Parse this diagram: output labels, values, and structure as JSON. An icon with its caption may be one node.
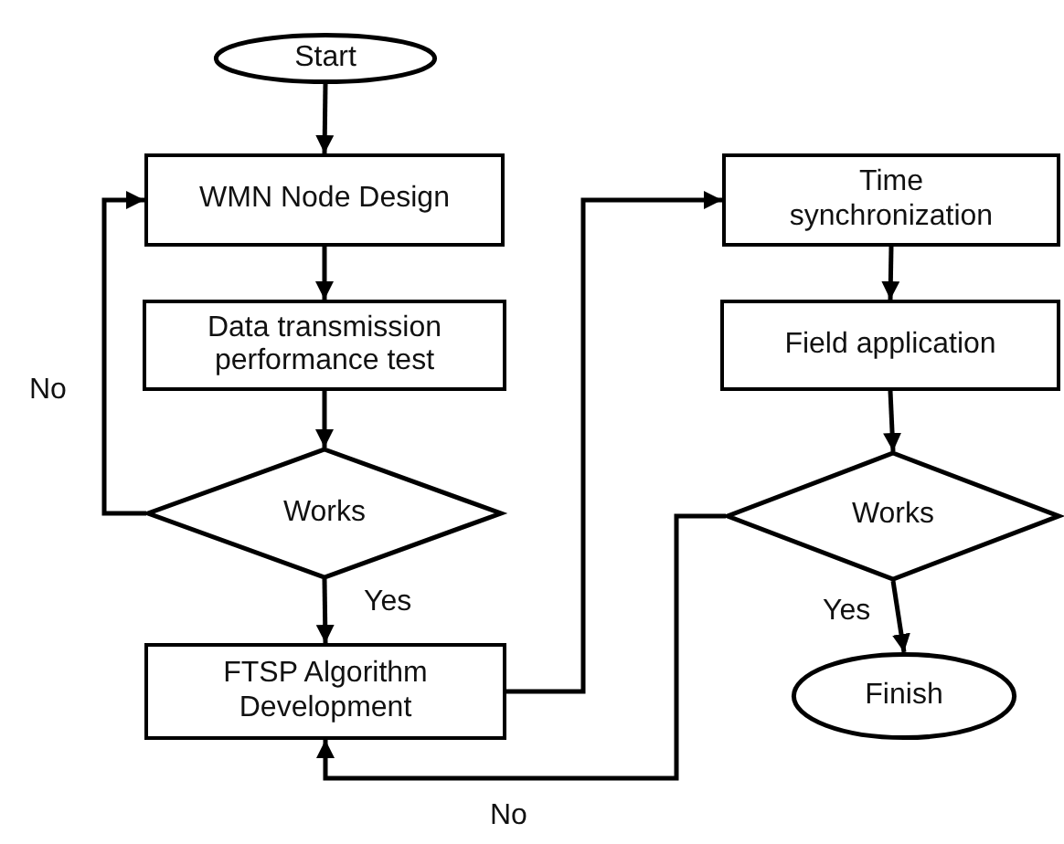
{
  "diagram": {
    "nodes": [
      {
        "text": [
          "Start"
        ]
      },
      {
        "text": [
          "WMN Node Design"
        ]
      },
      {
        "text": [
          "Data transmission performance test"
        ]
      },
      {
        "text": [
          "Works"
        ]
      },
      {
        "text": [
          "FTSP Algorithm Development"
        ]
      },
      {
        "text": [
          "Time synchronization"
        ]
      },
      {
        "text": [
          "Field application"
        ]
      },
      {
        "text": [
          "Works"
        ]
      },
      {
        "text": [
          "Finish"
        ]
      }
    ],
    "edges": [
      {
        "from": 0,
        "to": 1,
        "arrow": "to"
      },
      {
        "from": 1,
        "to": 2,
        "arrow": "to"
      },
      {
        "from": 2,
        "to": 3,
        "arrow": "to"
      },
      {
        "from": 3,
        "to": 1,
        "arrow": "to",
        "label": "No"
      },
      {
        "from": 3,
        "to": 4,
        "arrow": "to",
        "label": "Yes"
      },
      {
        "from": 4,
        "to": 5,
        "arrow": "to"
      },
      {
        "from": 5,
        "to": 6,
        "arrow": "to"
      },
      {
        "from": 6,
        "to": 7,
        "arrow": "to"
      },
      {
        "from": 7,
        "to": 8,
        "arrow": "to",
        "label": "Yes"
      },
      {
        "from": 7,
        "to": 4,
        "arrow": "to",
        "label": "No"
      }
    ]
  }
}
